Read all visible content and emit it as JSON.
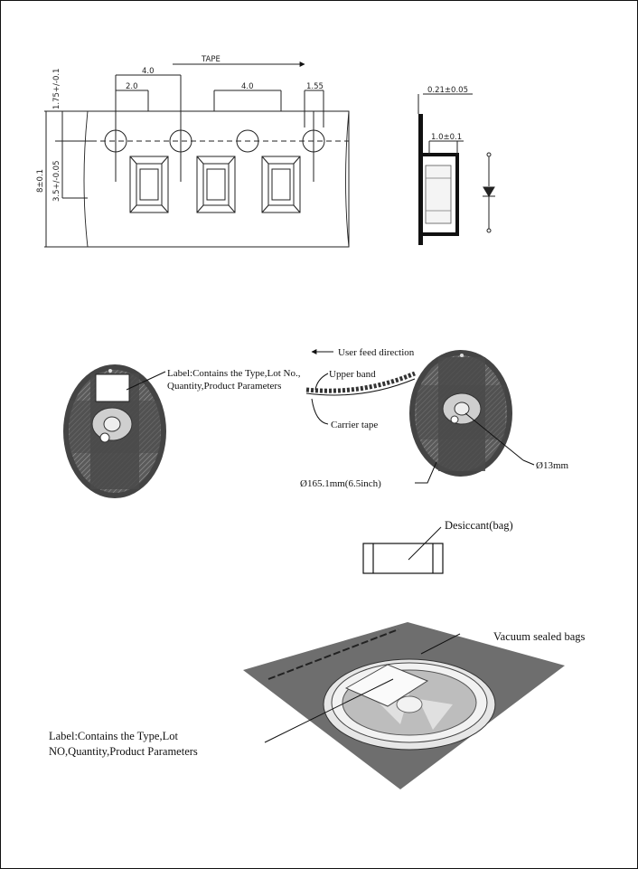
{
  "tape_drawing": {
    "tape_label": "TAPE",
    "dim_pitch_top": "4.0",
    "dim_half": "2.0",
    "dim_pitch_right": "4.0",
    "dim_hole": "1.55",
    "dim_edge": "1.75+/-0.1",
    "dim_width": "8±0.1",
    "dim_center": "3.5+/-0.05"
  },
  "side_view": {
    "thickness": "0.21±0.05",
    "depth": "1.0±0.1"
  },
  "reel": {
    "label_callout": [
      "Label:Contains  the Type,Lot No.,",
      "Quantity,Product Parameters"
    ],
    "feed_direction": "User feed direction",
    "upper_band": "Upper band",
    "carrier_tape": "Carrier tape",
    "reel_diameter": "Ø165.1mm(6.5inch)",
    "hub_diameter": "Ø13mm"
  },
  "desiccant": {
    "label": "Desiccant(bag)"
  },
  "bag": {
    "vacuum_label": "Vacuum sealed bags",
    "label_callout": [
      "Label:Contains the Type,Lot",
      "NO,Quantity,Product Parameters"
    ]
  }
}
